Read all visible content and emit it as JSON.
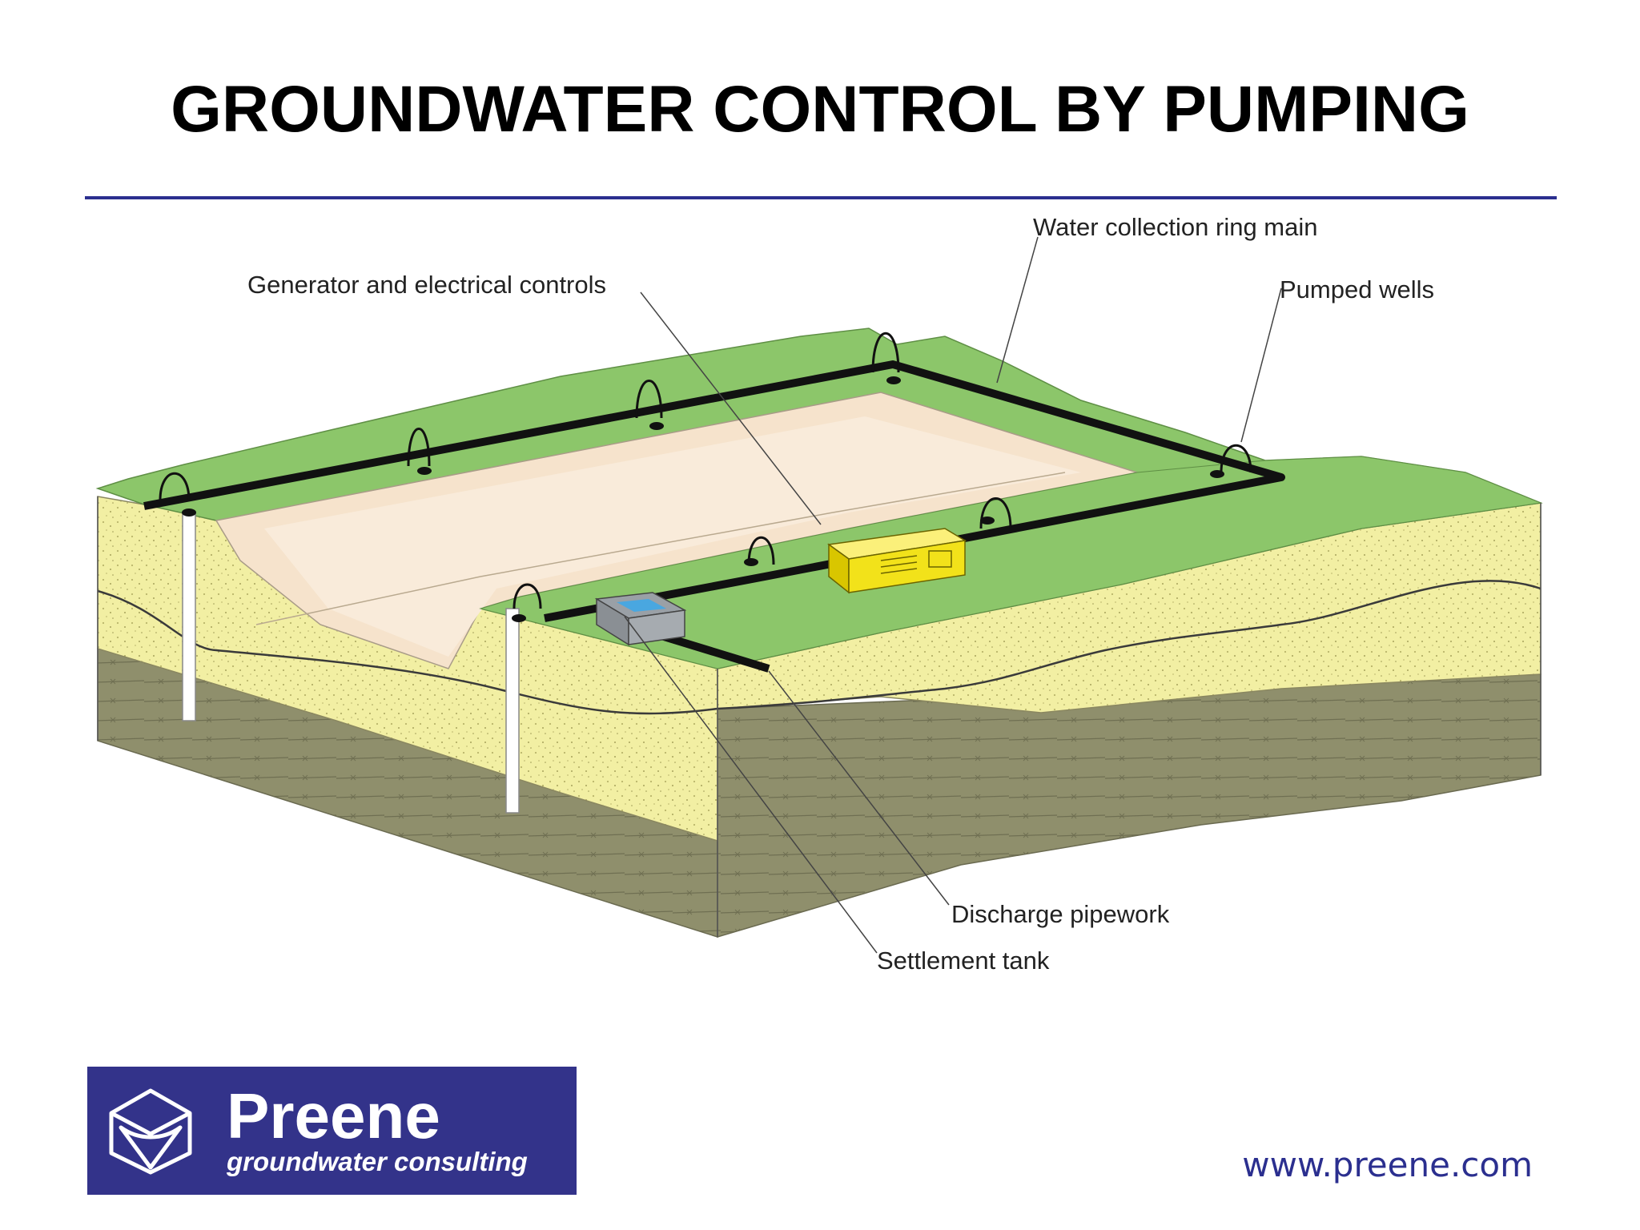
{
  "title": "GROUNDWATER CONTROL BY PUMPING",
  "labels": {
    "ring_main": "Water collection ring main",
    "generator": "Generator and electrical controls",
    "pumped_wells": "Pumped wells",
    "discharge": "Discharge pipework",
    "settlement": "Settlement tank"
  },
  "logo": {
    "name": "Preene",
    "tagline": "groundwater consulting"
  },
  "url": "www.preene.com",
  "colors": {
    "rule": "#2b2f8f",
    "logo_bg": "#33338a",
    "grass": "#8cc66a",
    "sand": "#f2efa3",
    "clay": "#8f8f6c",
    "excavation": "#f6e3cc",
    "generator": "#f2e21a",
    "pipe": "#111111"
  }
}
